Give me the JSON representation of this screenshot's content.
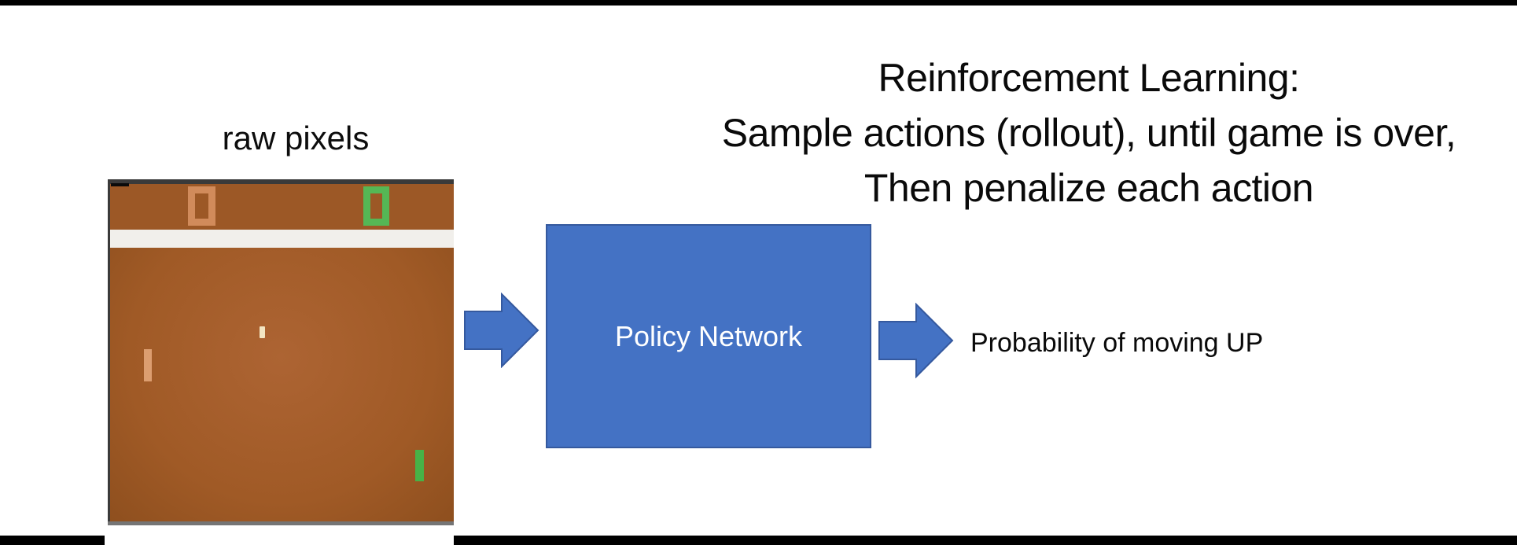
{
  "slide": {
    "title_lines": [
      "Reinforcement Learning:",
      "Sample actions (rollout), until game is over,",
      "Then penalize each action"
    ],
    "input_caption": "raw pixels",
    "policy_box_label": "Policy Network",
    "output_label": "Probability of moving UP"
  },
  "game_screen": {
    "description": "Atari Pong emulator frame",
    "left_score": "0",
    "right_score": "0"
  },
  "colors": {
    "accent_blue": "#4472c4",
    "accent_blue_border": "#35599e",
    "field_brown": "#a05a26",
    "field_brown_light": "#ad6433",
    "field_brown_dark": "#8e4f1e",
    "score_area_brown": "#9c5826",
    "white_band": "#f1efeb",
    "frame_dark": "#3a3a3a",
    "frame_bottom_gray": "#757575",
    "score_left_orange": "#d18b5b",
    "score_right_green": "#55b755",
    "ball_cream": "#f3e5c2",
    "paddle_left_tan": "#dc9e70",
    "paddle_right_green": "#47b247",
    "bar_black": "#000000",
    "text_black": "#0b0b0b"
  }
}
